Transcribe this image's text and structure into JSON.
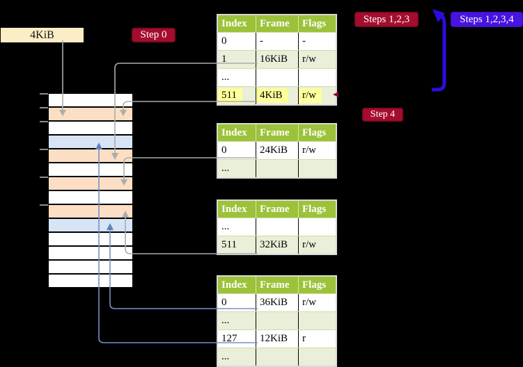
{
  "label_4kib": "4KiB",
  "badges": {
    "step0": "Step 0",
    "steps123": "Steps 1,2,3",
    "steps1234": "Steps 1,2,3,4",
    "step4": "Step 4"
  },
  "tables": [
    {
      "name": "page-table-top",
      "headers": [
        "Index",
        "Frame",
        "Flags"
      ],
      "rows": [
        {
          "cells": [
            "0",
            "-",
            "-"
          ],
          "shaded": false,
          "highlight": false
        },
        {
          "cells": [
            "1",
            "16KiB",
            "r/w"
          ],
          "shaded": true,
          "highlight": false
        },
        {
          "cells": [
            "...",
            "",
            ""
          ],
          "shaded": false,
          "highlight": false
        },
        {
          "cells": [
            "511",
            "4KiB",
            "r/w"
          ],
          "shaded": true,
          "highlight": true
        }
      ]
    },
    {
      "name": "page-table-mid1",
      "headers": [
        "Index",
        "Frame",
        "Flags"
      ],
      "rows": [
        {
          "cells": [
            "0",
            "24KiB",
            "r/w"
          ],
          "shaded": false,
          "highlight": false
        },
        {
          "cells": [
            "...",
            "",
            ""
          ],
          "shaded": true,
          "highlight": false
        }
      ]
    },
    {
      "name": "page-table-mid2",
      "headers": [
        "Index",
        "Frame",
        "Flags"
      ],
      "rows": [
        {
          "cells": [
            "...",
            "",
            ""
          ],
          "shaded": false,
          "highlight": false
        },
        {
          "cells": [
            "511",
            "32KiB",
            "r/w"
          ],
          "shaded": true,
          "highlight": false
        }
      ]
    },
    {
      "name": "page-table-bottom",
      "headers": [
        "Index",
        "Frame",
        "Flags"
      ],
      "rows": [
        {
          "cells": [
            "0",
            "36KiB",
            "r/w"
          ],
          "shaded": false,
          "highlight": false
        },
        {
          "cells": [
            "...",
            "",
            ""
          ],
          "shaded": true,
          "highlight": false
        },
        {
          "cells": [
            "127",
            "12KiB",
            "r"
          ],
          "shaded": false,
          "highlight": false
        },
        {
          "cells": [
            "...",
            "",
            ""
          ],
          "shaded": true,
          "highlight": false
        }
      ]
    }
  ],
  "memory_strip": {
    "row_colors": [
      "white",
      "orange",
      "white",
      "blue",
      "orange",
      "white",
      "orange",
      "white",
      "orange",
      "blue",
      "white",
      "white",
      "white",
      "white"
    ],
    "tick_tops": [
      134,
      154,
      174,
      214,
      254,
      294
    ]
  },
  "colors": {
    "badge_red": "#a50d2e",
    "badge_blue": "#4714e0",
    "big_arrow_blue": "#2b0de0",
    "table_header_green": "#9cc23a",
    "table_row_green": "#e9efd8",
    "highlight_yellow": "#ffff9c",
    "memory_orange": "#fbdec3",
    "memory_blue": "#d7e4f5",
    "label_cream": "#fbeec6",
    "connector_gray": "#acacac",
    "connector_blue": "#7392c7"
  }
}
